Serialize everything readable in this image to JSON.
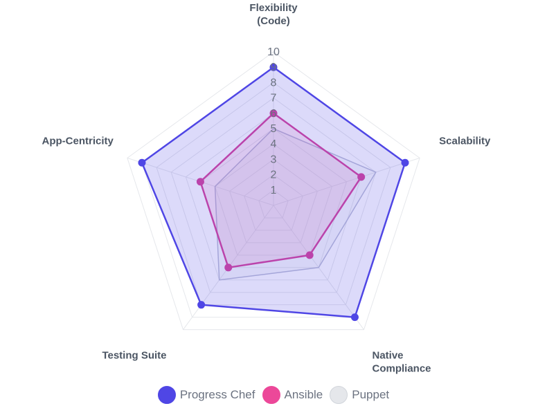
{
  "chart_data": {
    "type": "radar",
    "axes": [
      "Flexibility (Code)",
      "Scalability",
      "Native Compliance",
      "Testing Suite",
      "App-Centricity"
    ],
    "axis_label_lines": [
      [
        "Flexibility",
        "(Code)"
      ],
      [
        "Scalability"
      ],
      [
        "Native",
        "Compliance"
      ],
      [
        "Testing Suite"
      ],
      [
        "App-Centricity"
      ]
    ],
    "range": [
      0,
      10
    ],
    "ticks": [
      "1",
      "2",
      "3",
      "4",
      "5",
      "6",
      "7",
      "8",
      "9",
      "10"
    ],
    "series": [
      {
        "name": "Progress Chef",
        "values": [
          9,
          9,
          9,
          8,
          9
        ],
        "stroke": "#4f46e5",
        "fill": "#4f46e5",
        "fill_opacity": 0.2,
        "markers": true
      },
      {
        "name": "Ansible",
        "values": [
          6,
          6,
          4,
          5,
          5
        ],
        "stroke": "#d6439d",
        "fill": "#ec4899",
        "fill_opacity": 0.12,
        "markers": true
      },
      {
        "name": "Puppet",
        "values": [
          5,
          7,
          5,
          6,
          4
        ],
        "stroke": "#b9bdd6",
        "fill": "#d1d5db",
        "fill_opacity": 0.15,
        "markers": false
      }
    ],
    "legend_position": "bottom",
    "grid": true
  },
  "legend": {
    "items": [
      {
        "label": "Progress Chef",
        "swatch": "#4f46e5",
        "border": "#4f46e5"
      },
      {
        "label": "Ansible",
        "swatch": "#ec4899",
        "border": "#ec4899"
      },
      {
        "label": "Puppet",
        "swatch": "#e5e7eb",
        "border": "#d1d5db"
      }
    ]
  }
}
